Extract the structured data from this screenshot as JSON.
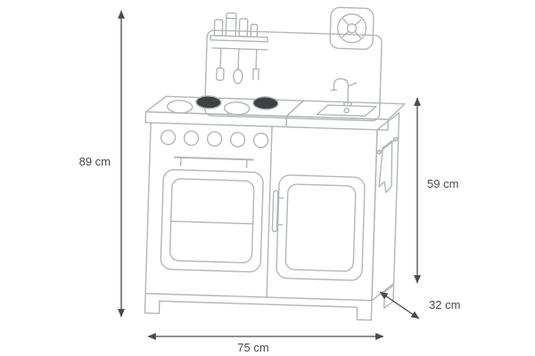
{
  "diagram": {
    "subject": "play kitchen dimension drawing",
    "line_color": "#b2b6ba",
    "dimension_color": "#4a4a4a",
    "burner_fill": "#3f4245",
    "dimensions": {
      "height_label": "89 cm",
      "width_label": "75 cm",
      "side_height_label": "59 cm",
      "depth_label": "32 cm"
    }
  }
}
